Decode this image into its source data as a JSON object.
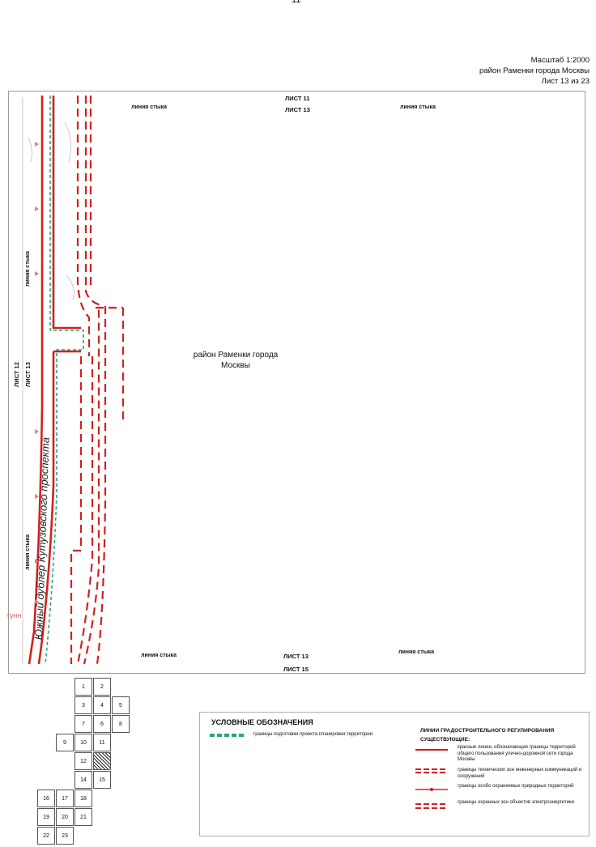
{
  "page_number": "11",
  "header": {
    "scale": "Масштаб 1:2000",
    "district": "район Раменки города Москвы",
    "sheet": "Лист 13 из 23"
  },
  "sheet_labels": {
    "top_outer": "ЛИСТ 11",
    "top_inner": "ЛИСТ 13",
    "bottom_inner": "ЛИСТ 13",
    "bottom_outer": "ЛИСТ 15",
    "left_outer": "ЛИСТ 12",
    "left_inner": "ЛИСТ 13"
  },
  "joint_line": "линия стыка",
  "map": {
    "district_label": "район Раменки города Москвы",
    "road_label": "Южный дублер Кутузовского проспекта",
    "tunnel_fragment": "тунн"
  },
  "sheet_grid": {
    "current": "13",
    "cells": [
      "1",
      "2",
      "3",
      "4",
      "5",
      "6",
      "7",
      "8",
      "9",
      "10",
      "11",
      "12",
      "13",
      "14",
      "15",
      "16",
      "17",
      "18",
      "19",
      "20",
      "21",
      "22",
      "23"
    ]
  },
  "legend": {
    "title": "УСЛОВНЫЕ ОБОЗНАЧЕНИЯ",
    "boundary_item": "границы подготовки проекта планировки территории",
    "lines_heading": "ЛИНИИ ГРАДОСТРОИТЕЛЬНОГО РЕГУЛИРОВАНИЯ",
    "existing_heading": "СУЩЕСТВУЮЩИЕ:",
    "items": [
      "красные линии, обозначающие границы территорий общего пользования улично-дорожной сети города Москвы",
      "границы технических зон инженерных коммуникаций и сооружений",
      "границы особо охраняемых природных территорий",
      "границы охранных зон объектов электроэнергетики"
    ]
  },
  "colors": {
    "red_line": "#d42020",
    "boundary_green": "#2aa57a",
    "frame": "#9a9a9a"
  }
}
